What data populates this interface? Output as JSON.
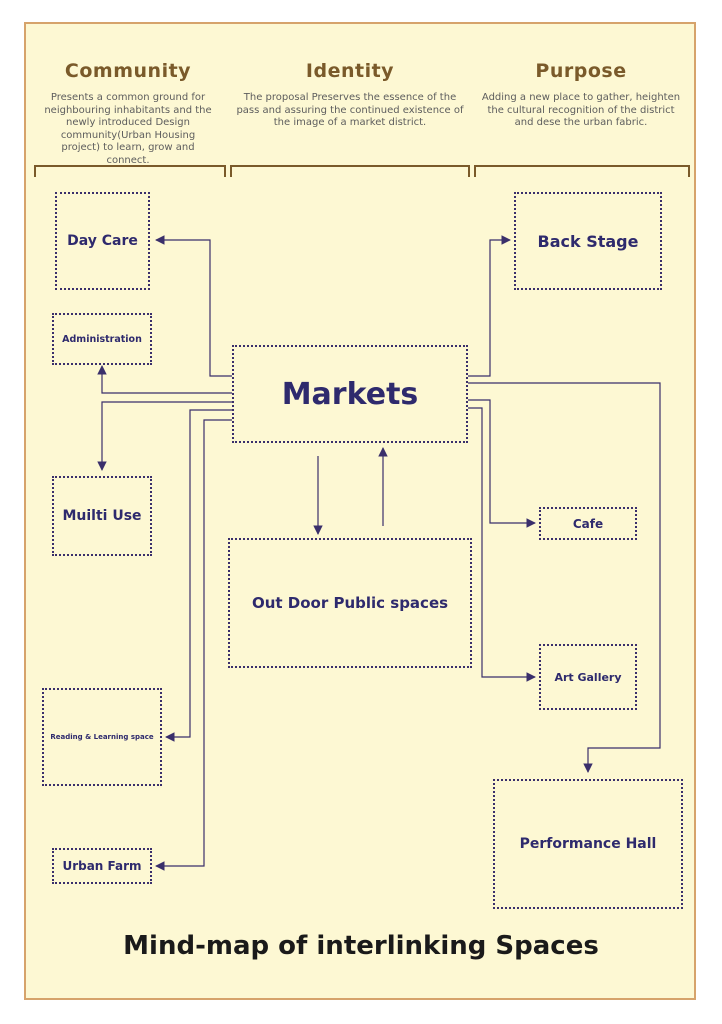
{
  "headers": {
    "community": {
      "title": "Community",
      "description": "Presents a common ground for neighbouring inhabitants and the newly introduced Design community(Urban Housing project) to learn, grow and connect."
    },
    "identity": {
      "title": "Identity",
      "description": "The proposal Preserves the essence of the pass and assuring the continued existence of the image of a market district."
    },
    "purpose": {
      "title": "Purpose",
      "description": "Adding a new place to gather, heighten the cultural recognition of the district and dese the urban fabric."
    }
  },
  "nodes": {
    "markets": "Markets",
    "day_care": "Day Care",
    "administration": "Administration",
    "multi_use": "Muilti Use",
    "reading": "Reading & Learning space",
    "urban_farm": "Urban Farm",
    "outdoor": "Out Door Public spaces",
    "back_stage": "Back Stage",
    "cafe": "Cafe",
    "art_gallery": "Art Gallery",
    "performance_hall": "Performance Hall"
  },
  "title": "Mind-map of interlinking Spaces",
  "colors": {
    "background": "#fdf8d3",
    "frame": "#d6a36b",
    "header": "#7a5a2a",
    "node": "#2e2a6d",
    "line": "#3a2f6b"
  }
}
